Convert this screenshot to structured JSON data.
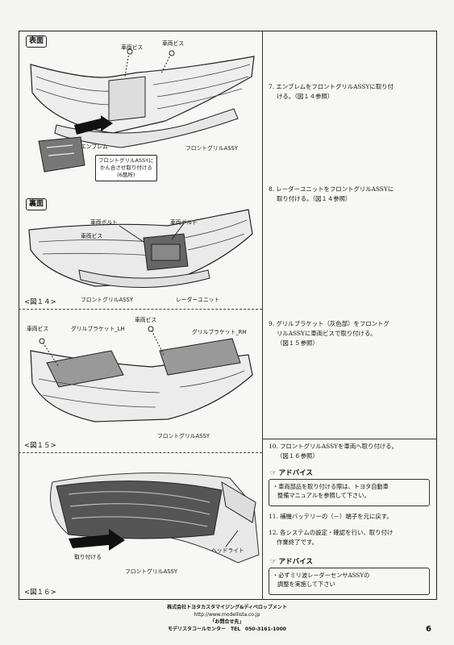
{
  "figure_tags": {
    "front": "表面",
    "back": "裏面"
  },
  "fig14": {
    "caption": "<図１４>",
    "labels": {
      "screw1": "車両ビス",
      "screw2": "車両ビス",
      "emblem": "エンブレム",
      "grille_front": "フロントグリルASSY",
      "callout": [
        "フロントグリルASSYに",
        "かん合させ取り付ける",
        "(6箇所)"
      ],
      "bolt1": "車両ボルト",
      "bolt2": "車両ボルト",
      "screw3": "車両ビス",
      "grille_back": "フロントグリルASSY",
      "radar": "レーダーユニット"
    }
  },
  "fig15": {
    "caption": "<図１５>",
    "labels": {
      "screw_left": "車両ビス",
      "bracket_lh": "グリルブラケット_LH",
      "screw_top": "車両ビス",
      "bracket_rh": "グリルブラケット_RH",
      "grille": "フロントグリルASSY"
    }
  },
  "fig16": {
    "caption": "<図１６>",
    "labels": {
      "attach": "取り付ける",
      "headlight": "ヘッドライト",
      "grille": "フロントグリルASSY"
    }
  },
  "steps": [
    {
      "line1": "7. エンブレムをフロントグリルASSYに取り付",
      "line2": "ける。（図１４参照）"
    },
    {
      "line1": "8. レーダーユニットをフロントグリルASSYに",
      "line2": "取り付ける。（図１４参照）"
    },
    {
      "line1": "9. グリルブラケット（灰色部）をフロントグ",
      "line2": "リルASSYに車両ビスで取り付ける。",
      "line3": "（図１５参照）"
    },
    {
      "line1": "10. フロントグリルASSYを車両へ取り付ける。",
      "line2": "（図１６参照）"
    },
    {
      "line1": "11. 補機バッテリーの（－）端子を元に戻す。"
    },
    {
      "line1": "12. 各システムの設定・確認を行い、取り付け",
      "line2": "作業終了です。"
    }
  ],
  "advice": [
    {
      "title": "アドバイス",
      "line1": "・車両部品を取り付ける際は、トヨタ自動車",
      "line2": "整備マニュアルを参照して下さい。"
    },
    {
      "title": "アドバイス",
      "line1": "・必ずミリ波レーダーセンサASSYの",
      "line2": "調整を実施して下さい"
    }
  ],
  "footer": {
    "company": "株式会社トヨタカスタマイジング&ディベロップメント",
    "url": "http://www.modellista.co.jp",
    "contact_title": "「お問合せ先」",
    "contact": "モデリスタコールセンター　TEL　050-3161-1000"
  },
  "page_number": "6"
}
